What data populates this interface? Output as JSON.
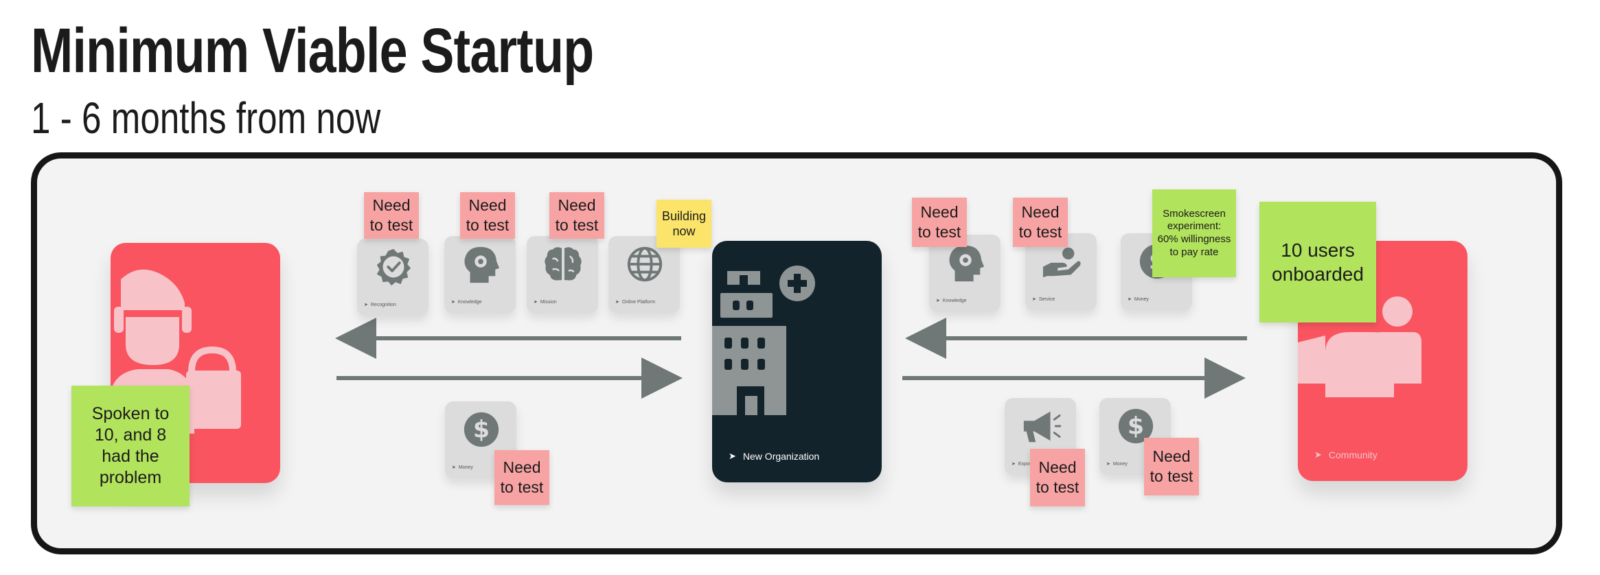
{
  "header": {
    "title": "Minimum Viable Startup",
    "subtitle": "1 - 6 months from now"
  },
  "colors": {
    "card_red": "#f9545f",
    "card_dark": "#13232b",
    "tile_gray": "#dcdcdc",
    "icon_gray": "#6f7777",
    "sticky_pink": "#f8a3a3",
    "sticky_green": "#b2e35d",
    "sticky_yellow": "#fce46a",
    "border": "#161616",
    "arrow": "#6f7777"
  },
  "cards": {
    "customer": {
      "icon": "shopper-icon",
      "label": ""
    },
    "organization": {
      "icon": "building-add-icon",
      "label": "New Organization"
    },
    "community": {
      "icon": "group-icon",
      "label": "Community"
    }
  },
  "left_top_tiles": [
    {
      "icon": "badge-check-icon",
      "label": "Recognition"
    },
    {
      "icon": "head-gear-icon",
      "label": "Knowledge"
    },
    {
      "icon": "brain-icon",
      "label": "Mission"
    },
    {
      "icon": "globe-icon",
      "label": "Online Platform"
    }
  ],
  "left_bottom_tiles": [
    {
      "icon": "dollar-icon",
      "label": "Money"
    }
  ],
  "right_top_tiles": [
    {
      "icon": "head-gear-icon",
      "label": "Knowledge"
    },
    {
      "icon": "hand-icon",
      "label": "Service"
    },
    {
      "icon": "dollar-icon",
      "label": "Money"
    }
  ],
  "right_bottom_tiles": [
    {
      "icon": "megaphone-icon",
      "label": "Exposure"
    },
    {
      "icon": "dollar-icon",
      "label": "Money"
    }
  ],
  "stickies": {
    "spoken_to": "Spoken to 10, and 8 had the problem",
    "need_test_recognition": "Need to test",
    "need_test_knowledge_left": "Need to test",
    "need_test_mission": "Need to test",
    "building_now": "Building now",
    "need_test_money_left": "Need to test",
    "need_test_knowledge_right": "Need to test",
    "need_test_service": "Need to test",
    "smokescreen": "Smokescreen experiment: 60% willingness to pay rate",
    "users_onboarded": "10 users onboarded",
    "need_test_exposure": "Need to test",
    "need_test_money_right": "Need to test"
  },
  "connectors": [
    {
      "from": "organization",
      "to": "customer"
    },
    {
      "from": "customer",
      "to": "organization"
    },
    {
      "from": "community",
      "to": "organization"
    },
    {
      "from": "organization",
      "to": "community"
    }
  ]
}
